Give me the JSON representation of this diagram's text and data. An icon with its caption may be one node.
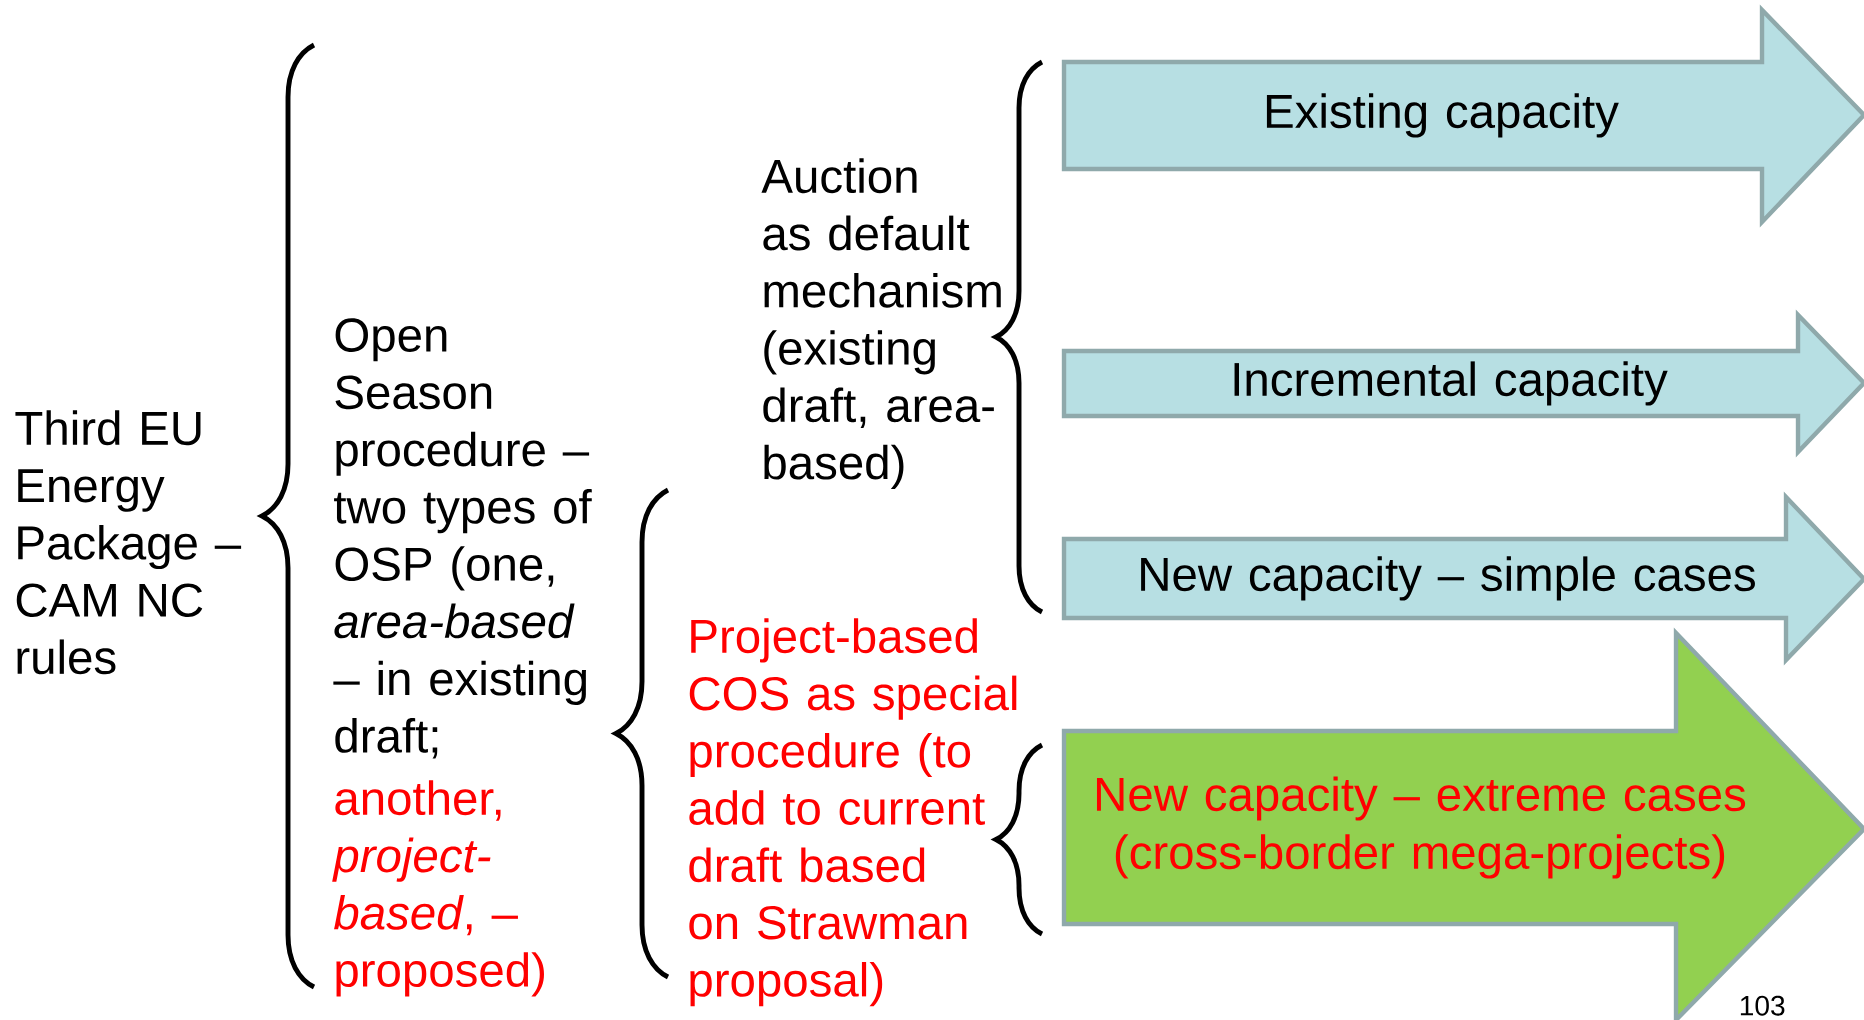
{
  "diagram": {
    "nodes": [
      {
        "text": [
          "Existing capacity"
        ]
      },
      {
        "text": [
          "Incremental capacity"
        ]
      },
      {
        "text": [
          "New capacity – simple cases"
        ]
      },
      {
        "text": [
          "New capacity – extreme cases (cross-border mega-projects)"
        ]
      }
    ],
    "labels": [
      "Third EU Energy Package – CAM NC rules",
      "Open Season procedure – two types of OSP (one, *area-based* – in existing draft;",
      "another, *project-based*, – proposed)",
      "Auction as default mechanism (existing draft, area-based)",
      "Project-based COS as special procedure (to add to current draft based on Strawman proposal)",
      "103"
    ]
  }
}
